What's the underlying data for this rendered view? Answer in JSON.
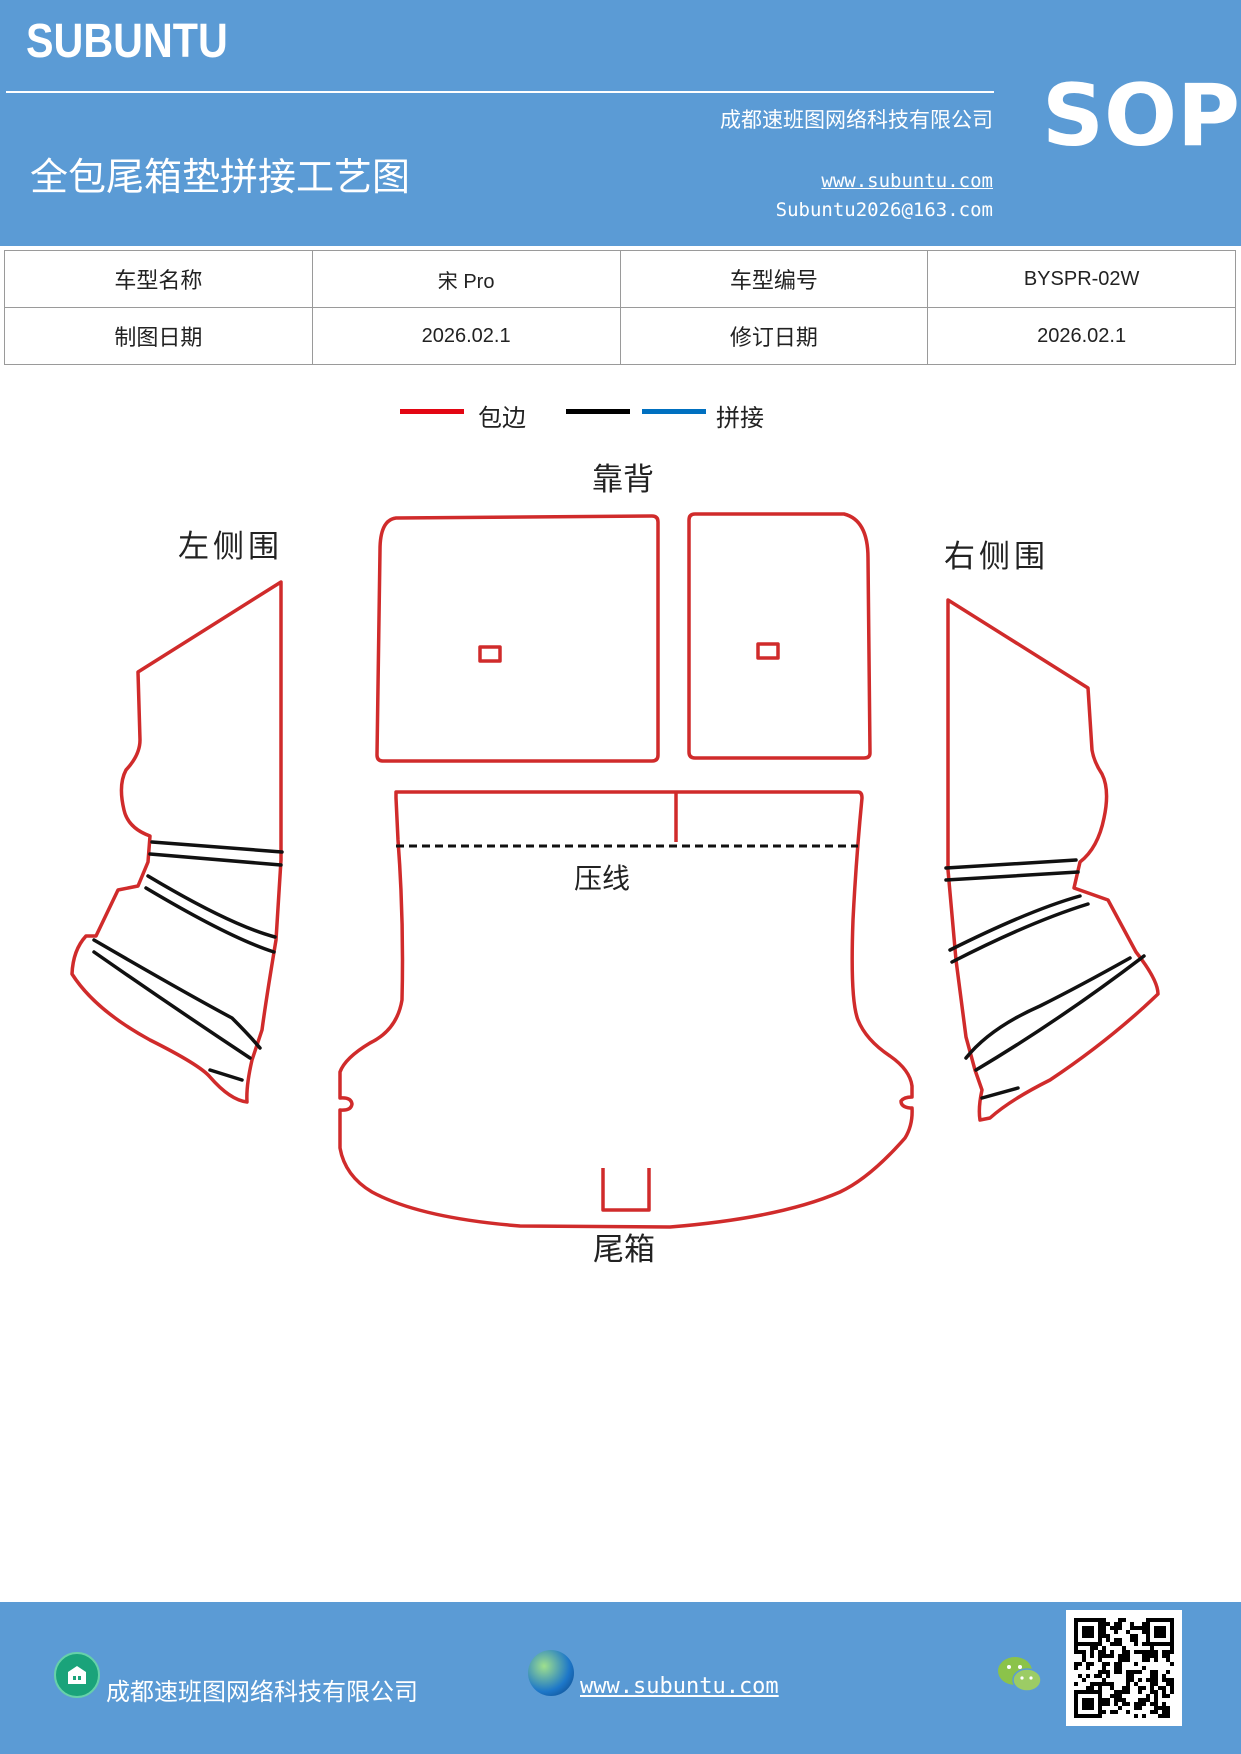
{
  "header": {
    "brand": "SUBUNTU",
    "company": "成都速班图网络科技有限公司",
    "sop": "SOP",
    "title": "全包尾箱垫拼接工艺图",
    "website": "www.subuntu.com",
    "email": "Subuntu2026@163.com",
    "background_color": "#5b9bd5"
  },
  "info_table": {
    "rows": [
      {
        "label1": "车型名称",
        "value1": "宋 Pro",
        "label2": "车型编号",
        "value2": "BYSPR-02W"
      },
      {
        "label1": "制图日期",
        "value1": "2026.02.1",
        "label2": "修订日期",
        "value2": "2026.02.1"
      }
    ]
  },
  "legend": {
    "items": [
      {
        "label": "包边",
        "color": "#e30613"
      },
      {
        "label": "",
        "color": "#000000"
      },
      {
        "label": "拼接",
        "color": "#0070c0"
      }
    ]
  },
  "diagram": {
    "labels": {
      "backrest": "靠背",
      "left_side": "左侧围",
      "right_side": "右侧围",
      "press_line": "压线",
      "trunk": "尾箱"
    },
    "outline_color": "#d02b2b"
  },
  "footer": {
    "company": "成都速班图网络科技有限公司",
    "website": "www.subuntu.com",
    "home_icon": "building-icon",
    "globe_icon": "globe-icon",
    "wechat_icon": "wechat-icon"
  }
}
